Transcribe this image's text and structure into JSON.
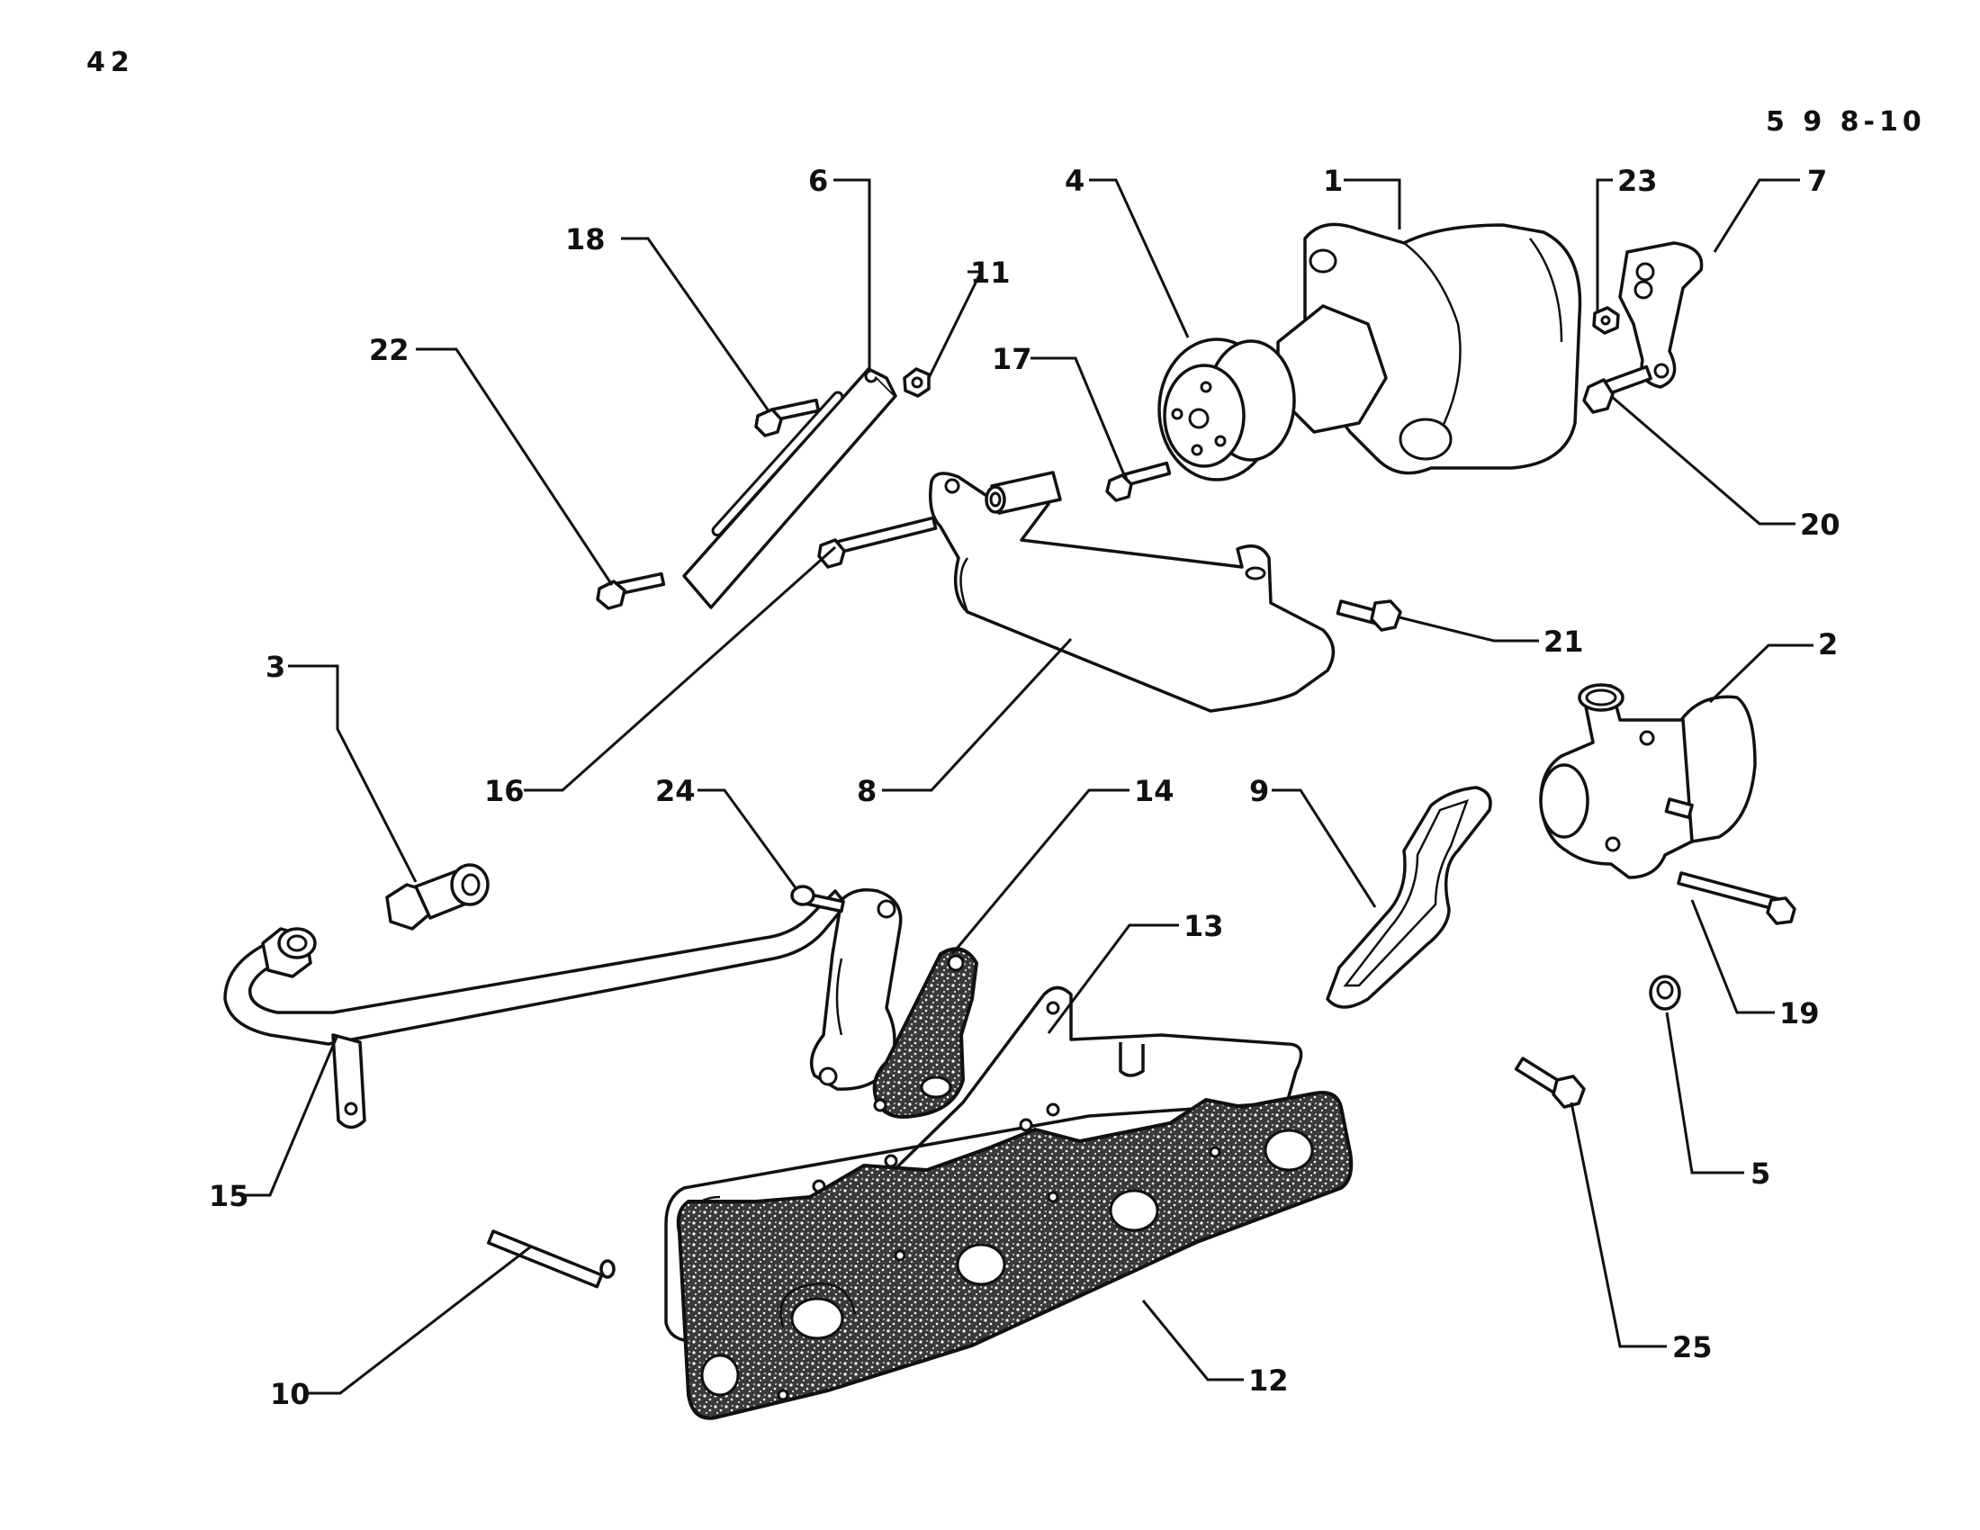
{
  "page": {
    "number": "42",
    "reference_code": "5 9 8-10"
  },
  "callouts": [
    {
      "id": "1",
      "label": "1"
    },
    {
      "id": "2",
      "label": "2"
    },
    {
      "id": "3",
      "label": "3"
    },
    {
      "id": "4",
      "label": "4"
    },
    {
      "id": "5",
      "label": "5"
    },
    {
      "id": "6",
      "label": "6"
    },
    {
      "id": "7",
      "label": "7"
    },
    {
      "id": "8",
      "label": "8"
    },
    {
      "id": "9",
      "label": "9"
    },
    {
      "id": "10",
      "label": "10"
    },
    {
      "id": "11",
      "label": "11"
    },
    {
      "id": "12",
      "label": "12"
    },
    {
      "id": "13",
      "label": "13"
    },
    {
      "id": "14",
      "label": "14"
    },
    {
      "id": "15",
      "label": "15"
    },
    {
      "id": "16",
      "label": "16"
    },
    {
      "id": "17",
      "label": "17"
    },
    {
      "id": "18",
      "label": "18"
    },
    {
      "id": "19",
      "label": "19"
    },
    {
      "id": "20",
      "label": "20"
    },
    {
      "id": "21",
      "label": "21"
    },
    {
      "id": "22",
      "label": "22"
    },
    {
      "id": "23",
      "label": "23"
    },
    {
      "id": "24",
      "label": "24"
    },
    {
      "id": "25",
      "label": "25"
    }
  ]
}
